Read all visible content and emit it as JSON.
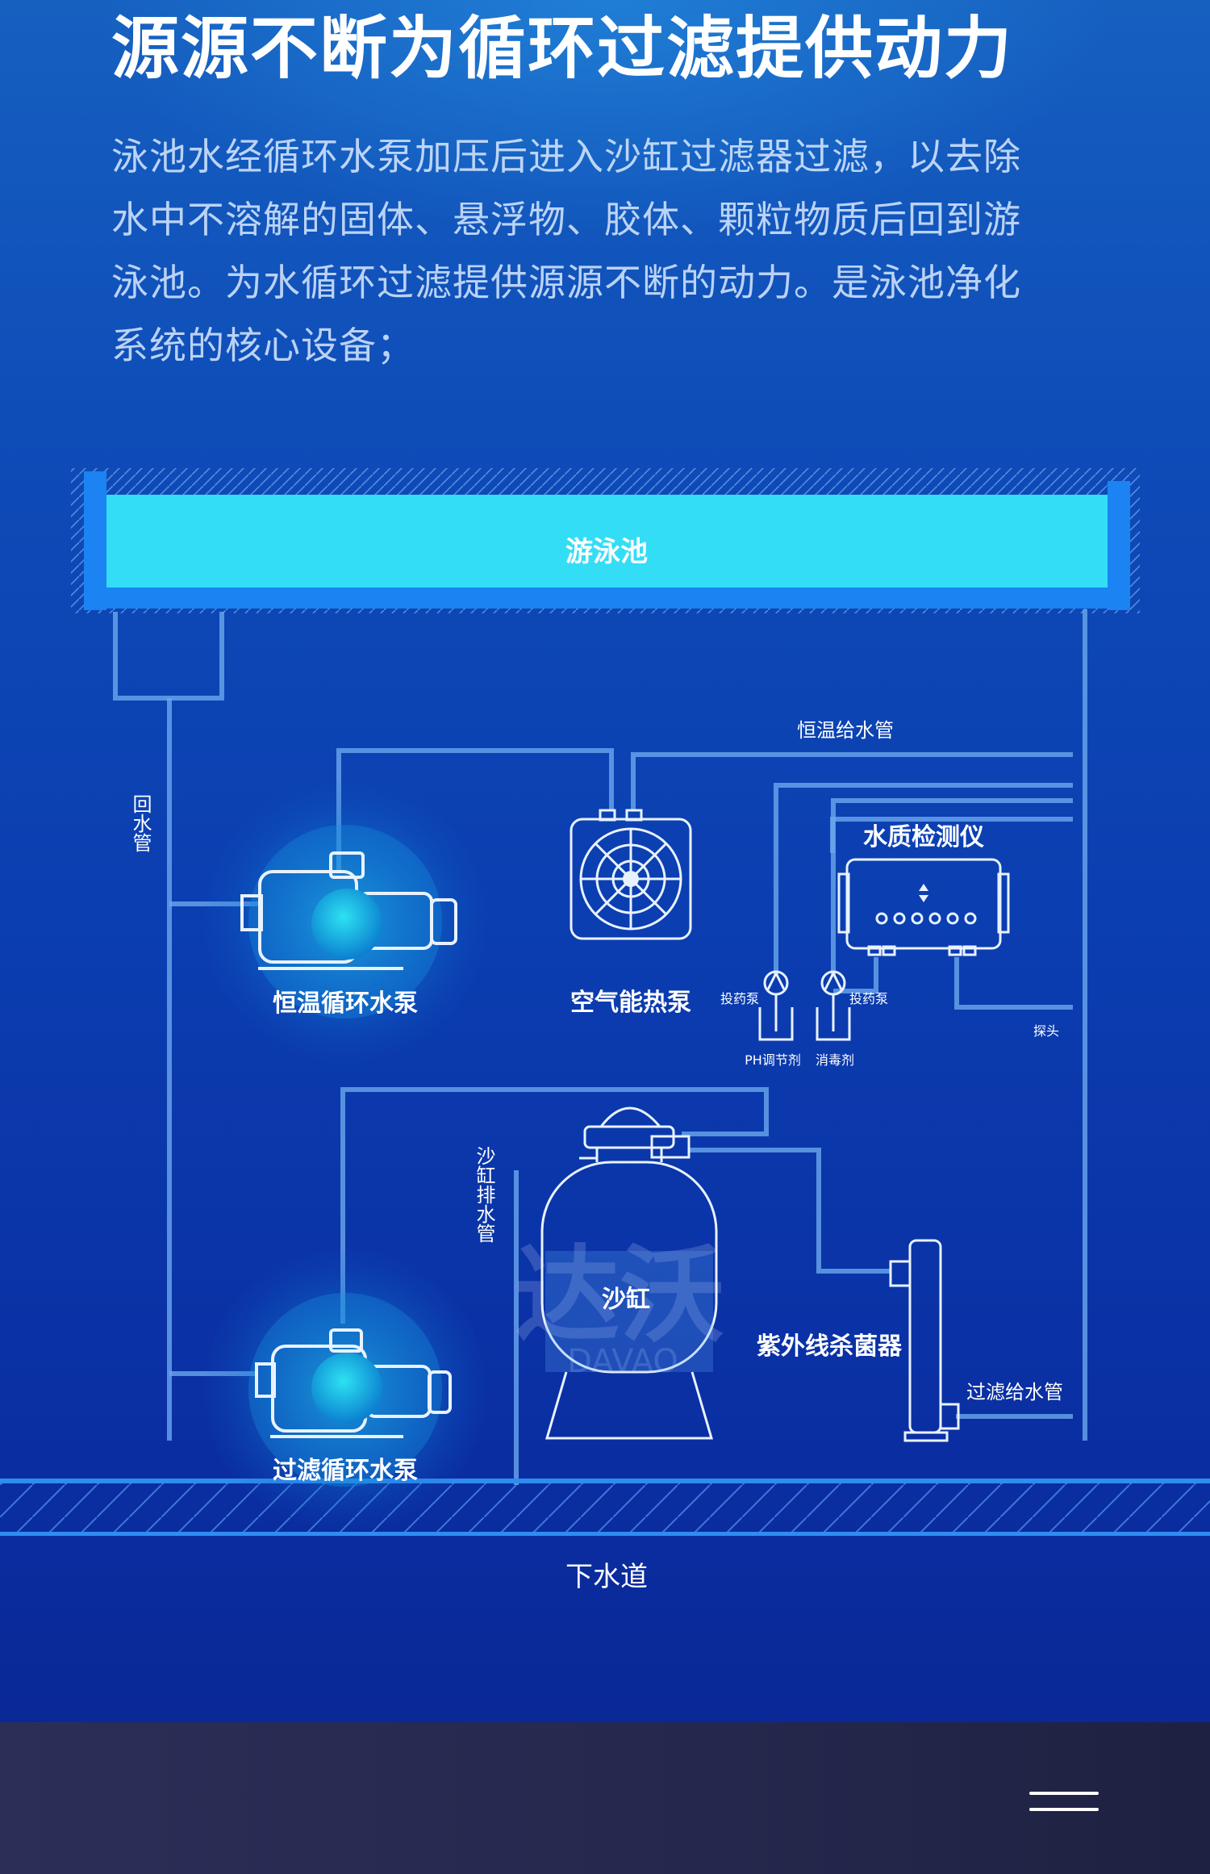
{
  "header": {
    "title": "源源不断为循环过滤提供动力",
    "intro": "泳池水经循环水泵加压后进入沙缸过滤器过滤，以去除水中不溶解的固体、悬浮物、胶体、颗粒物质后回到游泳池。为水循环过滤提供源源不断的动力。是泳池净化系统的核心设备；"
  },
  "diagram": {
    "pool": "游泳池",
    "return_pipe": "回水管",
    "heat_supply_pipe": "恒温给水管",
    "heat_pump_circ": "恒温循环水泵",
    "air_heat_pump": "空气能热泵",
    "water_monitor": "水质检测仪",
    "dosing_pump_left": "投药泵",
    "dosing_pump_right": "投药泵",
    "ph_agent": "PH调节剂",
    "disinfectant": "消毒剂",
    "probe": "探头",
    "sand_drain_pipe": "沙缸排水管",
    "sand_tank": "沙缸",
    "uv_sterilizer": "紫外线杀菌器",
    "filter_supply_pipe": "过滤给水管",
    "filter_circ_pump": "过滤循环水泵",
    "sewer": "下水道",
    "watermark": "达沃",
    "watermark_en": "DAVAO"
  },
  "colors": {
    "pool": "#33ddf5",
    "frame": "#1a7ff0",
    "pipe": "#6fb0f0",
    "equipment": "#e6f0ff"
  },
  "footer": {
    "menu_icon": "menu-icon"
  }
}
